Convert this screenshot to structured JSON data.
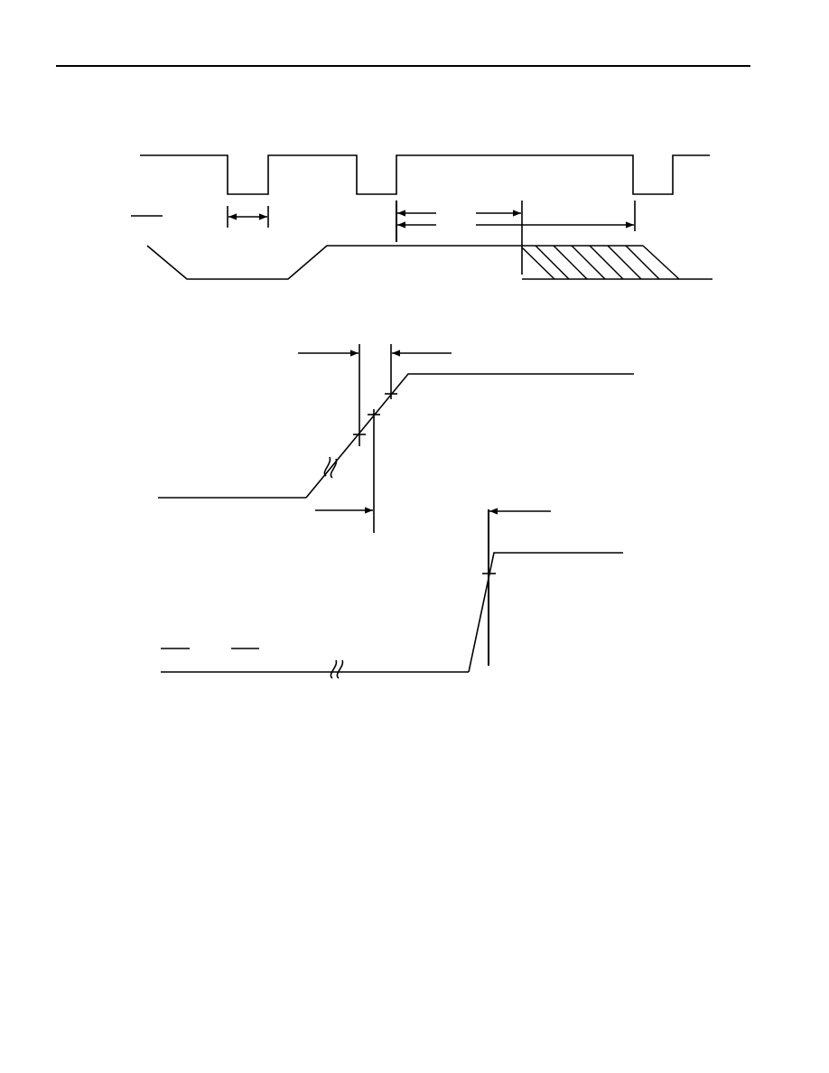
{
  "document": {
    "title": ""
  },
  "figure": {
    "line_color": "#000000",
    "background": "#ffffff",
    "timing_diagram": {
      "signals": [
        "pulse-train",
        "data-output"
      ],
      "hatched_region": "data-invalid-region"
    },
    "rise_diagram": {
      "break_symbol": "break-mark"
    },
    "step_diagram": {
      "break_symbol": "break-mark"
    }
  }
}
